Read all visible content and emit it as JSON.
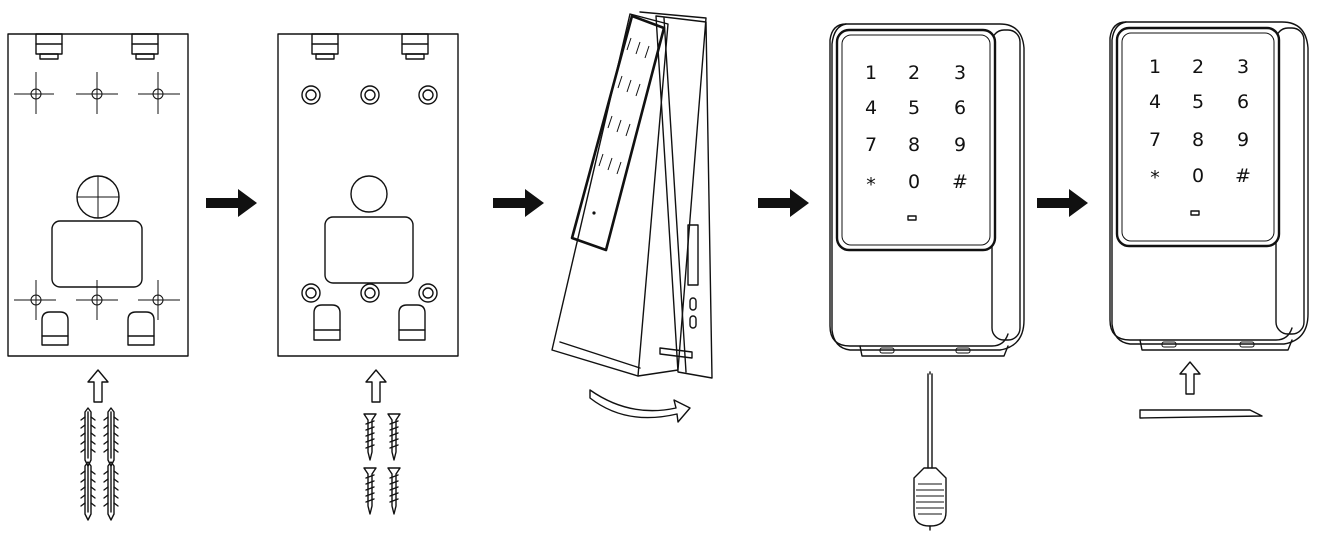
{
  "diagram": {
    "type": "installation-steps",
    "steps": [
      {
        "id": 1,
        "icon": "mounting-plate-anchors-icon"
      },
      {
        "id": 2,
        "icon": "mounting-plate-screws-icon"
      },
      {
        "id": 3,
        "icon": "hang-keypad-icon"
      },
      {
        "id": 4,
        "icon": "tighten-screw-icon"
      },
      {
        "id": 5,
        "icon": "insert-cover-icon"
      }
    ],
    "connector_icon": "right-arrow-icon"
  },
  "keypad": {
    "keys": [
      "1",
      "2",
      "3",
      "4",
      "5",
      "6",
      "7",
      "8",
      "9",
      "*",
      "0",
      "#"
    ]
  },
  "colors": {
    "line": "#111111",
    "background": "#ffffff"
  }
}
